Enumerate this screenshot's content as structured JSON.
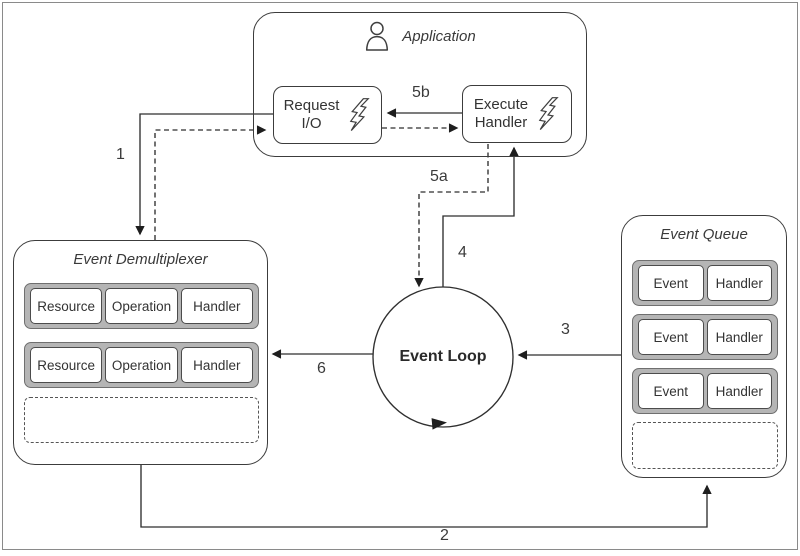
{
  "diagram": {
    "application": {
      "title": "Application",
      "request_io": {
        "line1": "Request",
        "line2": "I/O"
      },
      "execute_handler": {
        "line1": "Execute",
        "line2": "Handler"
      }
    },
    "demultiplexer": {
      "title": "Event Demultiplexer",
      "rows": [
        {
          "resource": "Resource",
          "operation": "Operation",
          "handler": "Handler"
        },
        {
          "resource": "Resource",
          "operation": "Operation",
          "handler": "Handler"
        }
      ]
    },
    "queue": {
      "title": "Event Queue",
      "rows": [
        {
          "event": "Event",
          "handler": "Handler"
        },
        {
          "event": "Event",
          "handler": "Handler"
        },
        {
          "event": "Event",
          "handler": "Handler"
        }
      ]
    },
    "loop": {
      "label": "Event Loop"
    },
    "steps": {
      "s1": "1",
      "s2": "2",
      "s3": "3",
      "s4": "4",
      "s5a": "5a",
      "s5b": "5b",
      "s6": "6"
    },
    "icons": [
      "user-icon",
      "lightning-icon"
    ],
    "colors": {
      "line": "#2f2f2f",
      "box_border": "#3c3c3c",
      "row_fill": "#b5b5b5",
      "arrowhead": "#1e1e1e",
      "frame_border": "#8a8a8a",
      "text": "#333333"
    }
  }
}
